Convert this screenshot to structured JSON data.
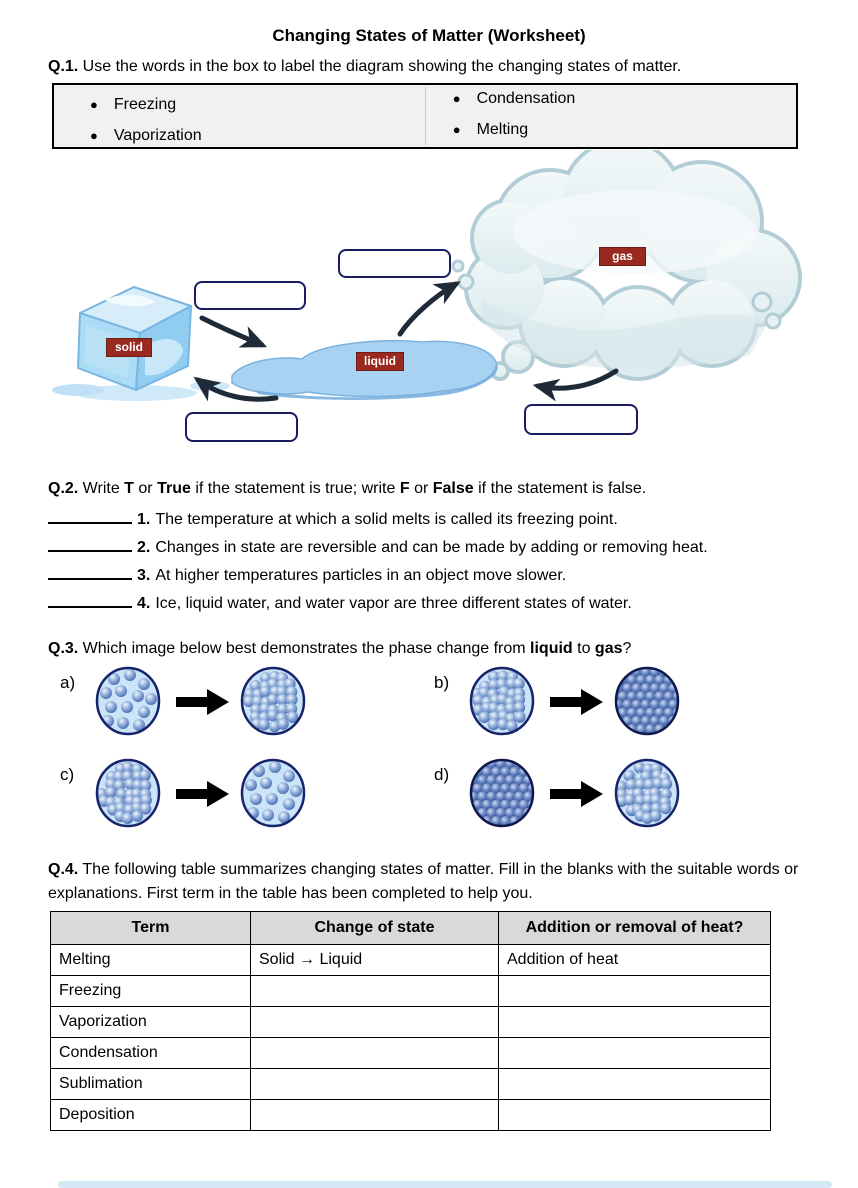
{
  "title": "Changing States of Matter (Worksheet)",
  "colors": {
    "label_red": "#9a2a20",
    "answer_box_border": "#1b1b63",
    "arrow_black": "#1e2a38",
    "table_header_bg": "#d9d9d9",
    "word_box_bg": "#f1f1f1",
    "particle_light_bg": "#cbe4f8",
    "particle_dark_bg": "#1c3a74",
    "particle_circle_outline": "#16246b",
    "cloud_fill": "#e7f0f2",
    "cloud_outline": "#b3cdd6",
    "puddle_fill": "#a7d2f1",
    "ice_blue": "#abdcf5",
    "bottom_strip": "#d3e7f5"
  },
  "q1": {
    "heading_segments": [
      {
        "t": "Q.1.",
        "b": true
      },
      {
        "t": " Use the words in the box to label the diagram showing the changing states of matter."
      }
    ],
    "word_box": {
      "left_column": [
        "Freezing",
        "Vaporization"
      ],
      "right_column": [
        "Condensation",
        "Melting"
      ]
    },
    "diagram": {
      "state_labels": {
        "solid": "solid",
        "liquid": "liquid",
        "gas": "gas"
      },
      "blank_box_count": 4
    }
  },
  "q2": {
    "heading_segments": [
      {
        "t": "Q.2.",
        "b": true
      },
      {
        "t": " Write "
      },
      {
        "t": "T",
        "b": true
      },
      {
        "t": " or "
      },
      {
        "t": "True",
        "b": true
      },
      {
        "t": " if the statement is true; write "
      },
      {
        "t": "F",
        "b": true
      },
      {
        "t": " or "
      },
      {
        "t": "False",
        "b": true
      },
      {
        "t": " if the statement is false."
      }
    ],
    "items": [
      {
        "num": "1.",
        "text": "The temperature at which a solid melts is called its freezing point."
      },
      {
        "num": "2.",
        "text": "Changes in state are reversible and can be made by adding or removing heat."
      },
      {
        "num": "3.",
        "text": "At higher temperatures particles in an object move slower."
      },
      {
        "num": "4.",
        "text": "Ice, liquid water, and water vapor are three different states of water."
      }
    ]
  },
  "q3": {
    "heading_segments": [
      {
        "t": "Q.3.",
        "b": true
      },
      {
        "t": " Which image below best demonstrates the phase change from "
      },
      {
        "t": "liquid",
        "b": true
      },
      {
        "t": " to "
      },
      {
        "t": "gas",
        "b": true
      },
      {
        "t": "?"
      }
    ],
    "options": [
      {
        "label": "a)",
        "from": "gas",
        "to": "liquid"
      },
      {
        "label": "b)",
        "from": "liquid",
        "to": "solid"
      },
      {
        "label": "c)",
        "from": "liquid",
        "to": "gas"
      },
      {
        "label": "d)",
        "from": "solid",
        "to": "liquid"
      }
    ]
  },
  "q4": {
    "heading_segments": [
      {
        "t": "Q.4.",
        "b": true
      },
      {
        "t": " The following table summarizes changing states of matter. Fill in the blanks with the suitable words or explanations. First term in the table has been completed to help you."
      }
    ],
    "table": {
      "headers": [
        "Term",
        "Change of state",
        "Addition or removal of heat?"
      ],
      "rows": [
        [
          "Melting",
          "Solid → Liquid",
          "Addition of heat"
        ],
        [
          "Freezing",
          "",
          ""
        ],
        [
          "Vaporization",
          "",
          ""
        ],
        [
          "Condensation",
          "",
          ""
        ],
        [
          "Sublimation",
          "",
          ""
        ],
        [
          "Deposition",
          "",
          ""
        ]
      ]
    }
  }
}
